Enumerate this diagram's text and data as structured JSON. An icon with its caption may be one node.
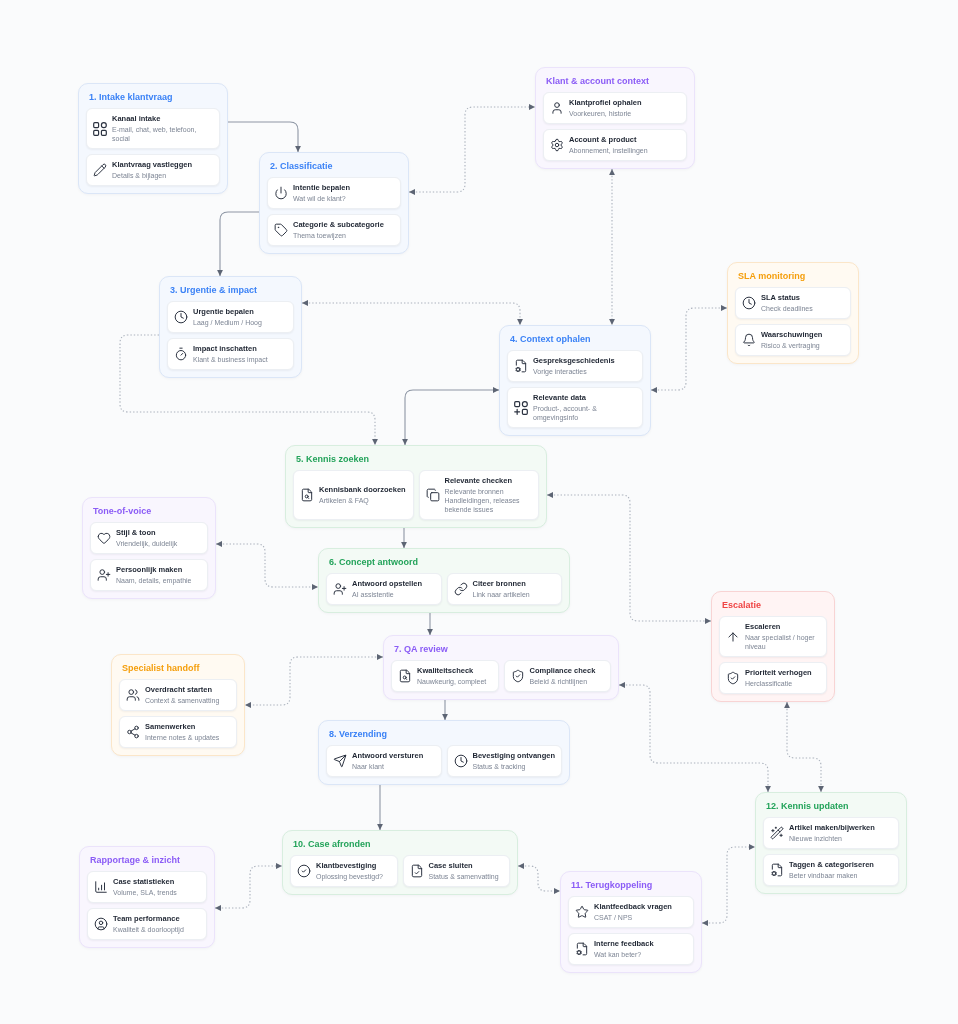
{
  "diagram": {
    "nodes": [
      {
        "text": [
          "1. Intake klantvraag"
        ]
      },
      {
        "text": [
          "Kanaal intake",
          "E-mail, chat, web, telefoon, social"
        ],
        "in": 0
      },
      {
        "text": [
          "Klantvraag vastleggen",
          "Details & bijlagen"
        ],
        "in": 0
      },
      {
        "text": [
          "Klant & account context"
        ]
      },
      {
        "text": [
          "Klantprofiel ophalen",
          "Voorkeuren, historie"
        ],
        "in": 3
      },
      {
        "text": [
          "Account & product",
          "Abonnement, instellingen"
        ],
        "in": 3
      },
      {
        "text": [
          "2. Classificatie"
        ]
      },
      {
        "text": [
          "Intentie bepalen",
          "Wat wil de klant?"
        ],
        "in": 6
      },
      {
        "text": [
          "Categorie & subcategorie",
          "Thema toewijzen"
        ],
        "in": 6
      },
      {
        "text": [
          "3. Urgentie & impact"
        ]
      },
      {
        "text": [
          "Urgentie bepalen",
          "Laag / Medium / Hoog"
        ],
        "in": 9
      },
      {
        "text": [
          "Impact inschatten",
          "Klant & business impact"
        ],
        "in": 9
      },
      {
        "text": [
          "SLA monitoring"
        ]
      },
      {
        "text": [
          "SLA status",
          "Check deadlines"
        ],
        "in": 12
      },
      {
        "text": [
          "Waarschuwingen",
          "Risico & vertraging"
        ],
        "in": 12
      },
      {
        "text": [
          "4. Context ophalen"
        ]
      },
      {
        "text": [
          "Gespreksgeschiedenis",
          "Vorige interacties"
        ],
        "in": 15
      },
      {
        "text": [
          "Relevante data",
          "Product-, account- & omgevingsinfo"
        ],
        "in": 15
      },
      {
        "text": [
          "5. Kennis zoeken"
        ]
      },
      {
        "text": [
          "Kennisbank doorzoeken",
          "Artikelen & FAQ"
        ],
        "in": 18
      },
      {
        "text": [
          "Relevante checken",
          "Relevante bronnen Handleidingen, releases bekende issues"
        ],
        "in": 18
      },
      {
        "text": [
          "Tone-of-voice"
        ]
      },
      {
        "text": [
          "Stijl & toon",
          "Vriendelijk, duidelijk"
        ],
        "in": 21
      },
      {
        "text": [
          "Persoonlijk maken",
          "Naam, details, empathie"
        ],
        "in": 21
      },
      {
        "text": [
          "6. Concept antwoord"
        ]
      },
      {
        "text": [
          "Antwoord opstellen",
          "AI assistentie"
        ],
        "in": 24
      },
      {
        "text": [
          "Citeer bronnen",
          "Link naar artikelen"
        ],
        "in": 24
      },
      {
        "text": [
          "Escalatie"
        ]
      },
      {
        "text": [
          "Escaleren",
          "Naar specialist / hoger niveau"
        ],
        "in": 27
      },
      {
        "text": [
          "Prioriteit verhogen",
          "Herclassificatie"
        ],
        "in": 27
      },
      {
        "text": [
          "7. QA review"
        ]
      },
      {
        "text": [
          "Kwaliteitscheck",
          "Nauwkeurig, compleet"
        ],
        "in": 30
      },
      {
        "text": [
          "Compliance check",
          "Beleid & richtlijnen"
        ],
        "in": 30
      },
      {
        "text": [
          "Specialist handoff"
        ]
      },
      {
        "text": [
          "Overdracht starten",
          "Context & samenvatting"
        ],
        "in": 33
      },
      {
        "text": [
          "Samenwerken",
          "Interne notes & updates"
        ],
        "in": 33
      },
      {
        "text": [
          "8. Verzending"
        ]
      },
      {
        "text": [
          "Antwoord versturen",
          "Naar klant"
        ],
        "in": 36
      },
      {
        "text": [
          "Bevestiging ontvangen",
          "Status & tracking"
        ],
        "in": 36
      },
      {
        "text": [
          "12. Kennis updaten"
        ]
      },
      {
        "text": [
          "Artikel maken/bijwerken",
          "Nieuwe inzichten"
        ],
        "in": 39
      },
      {
        "text": [
          "Taggen & categoriseren",
          "Beter vindbaar maken"
        ],
        "in": 39
      },
      {
        "text": [
          "Rapportage & inzicht"
        ]
      },
      {
        "text": [
          "Case statistieken",
          "Volume, SLA, trends"
        ],
        "in": 42
      },
      {
        "text": [
          "Team performance",
          "Kwaliteit & doorlooptijd"
        ],
        "in": 42
      },
      {
        "text": [
          "10. Case afronden"
        ]
      },
      {
        "text": [
          "Klantbevestiging",
          "Oplossing bevestigd?"
        ],
        "in": 45
      },
      {
        "text": [
          "Case sluiten",
          "Status & samenvatting"
        ],
        "in": 45
      },
      {
        "text": [
          "11. Terugkoppeling"
        ]
      },
      {
        "text": [
          "Klantfeedback vragen",
          "CSAT / NPS"
        ],
        "in": 48
      },
      {
        "text": [
          "Interne feedback",
          "Wat kan beter?"
        ],
        "in": 48
      }
    ],
    "edges": [
      {
        "from": 0,
        "to": 6,
        "arrow": "to"
      },
      {
        "from": 6,
        "to": 9,
        "arrow": "to"
      },
      {
        "from": 9,
        "to": 18,
        "arrow": "to",
        "style": "dashed"
      },
      {
        "from": 15,
        "to": 18,
        "arrow": "both"
      },
      {
        "from": 6,
        "to": 3,
        "arrow": "both",
        "style": "dashed"
      },
      {
        "from": 3,
        "to": 15,
        "arrow": "both",
        "style": "dashed"
      },
      {
        "from": 9,
        "to": 15,
        "arrow": "both",
        "style": "dashed"
      },
      {
        "from": 15,
        "to": 12,
        "arrow": "both",
        "style": "dashed"
      },
      {
        "from": 18,
        "to": 27,
        "arrow": "both",
        "style": "dashed"
      },
      {
        "from": 18,
        "to": 24,
        "arrow": "to"
      },
      {
        "from": 21,
        "to": 24,
        "arrow": "both",
        "style": "dashed"
      },
      {
        "from": 24,
        "to": 30,
        "arrow": "to"
      },
      {
        "from": 30,
        "to": 33,
        "arrow": "both",
        "style": "dashed"
      },
      {
        "from": 30,
        "to": 36,
        "arrow": "to"
      },
      {
        "from": 30,
        "to": 39,
        "arrow": "both",
        "style": "dashed"
      },
      {
        "from": 27,
        "to": 39,
        "arrow": "both",
        "style": "dashed"
      },
      {
        "from": 36,
        "to": 45,
        "arrow": "to"
      },
      {
        "from": 42,
        "to": 45,
        "arrow": "both",
        "style": "dashed"
      },
      {
        "from": 45,
        "to": 48,
        "arrow": "both",
        "style": "dashed"
      },
      {
        "from": 48,
        "to": 39,
        "arrow": "both",
        "style": "dashed"
      }
    ]
  }
}
